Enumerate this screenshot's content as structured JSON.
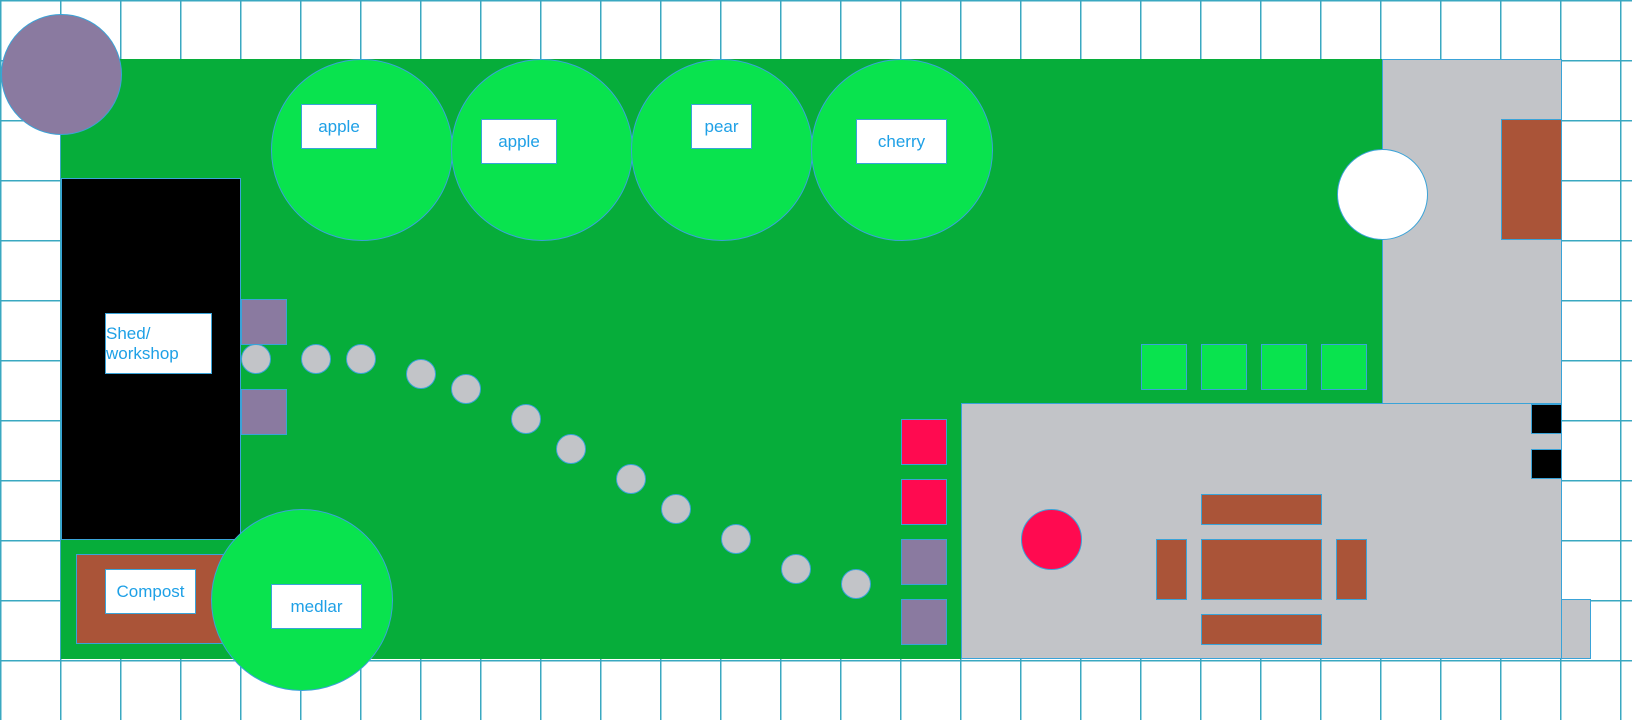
{
  "labels": {
    "tree_1": "apple",
    "tree_2": "apple",
    "tree_3": "pear",
    "tree_4": "cherry",
    "medlar": "medlar",
    "shed": "Shed/\nworkshop",
    "compost": "Compost"
  },
  "colors": {
    "grid_line": "#3aa8c1",
    "lawn": "#06ad3a",
    "tree_canopy": "#09e34e",
    "patio": "#c2c4c8",
    "shed": "#000000",
    "wood": "#aa5438",
    "planter": "#8a7aa0",
    "flower_pot": "#ff0a50",
    "label_text": "#1ea0e6"
  }
}
